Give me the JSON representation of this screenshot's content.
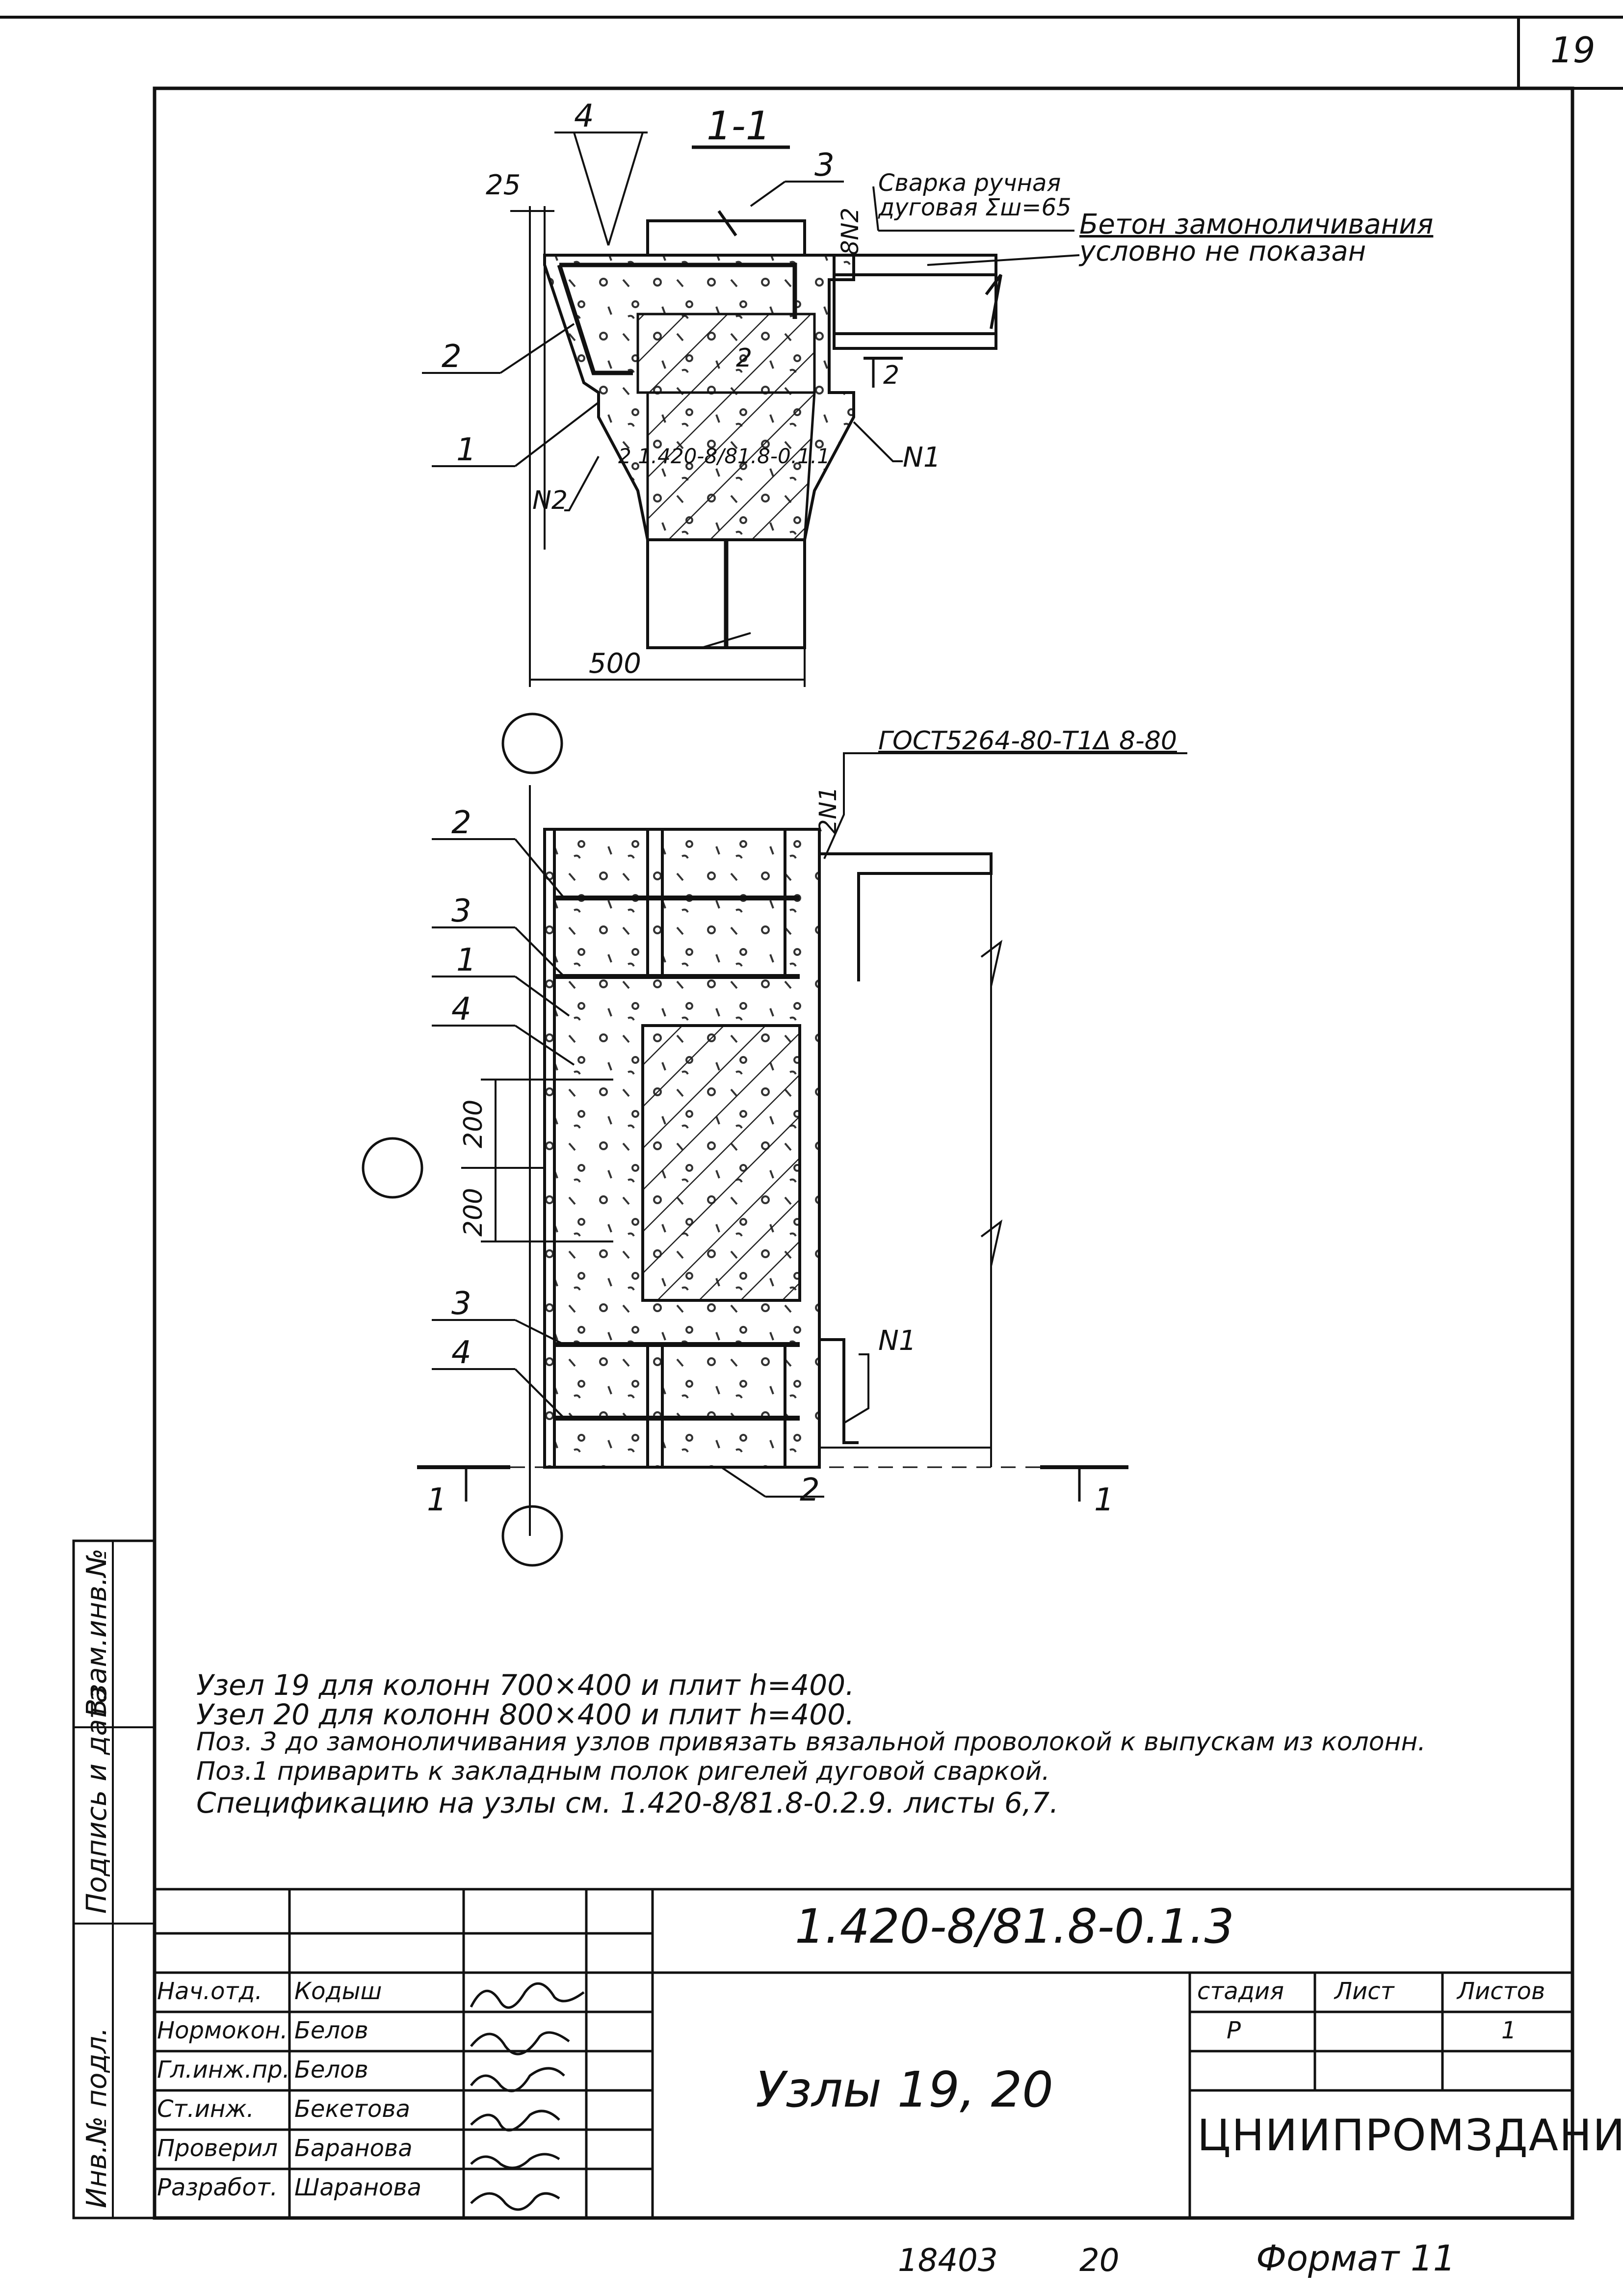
{
  "page_number": "19",
  "section_label": "1-1",
  "callouts": {
    "c4": "4",
    "c3": "3",
    "c2": "2",
    "c1": "1",
    "weld_note_1": "Сварка ручная",
    "weld_note_2": "дуговая Σш=65",
    "concrete_note_1": "Бетон замоноличивания",
    "concrete_note_2": "условно не показан",
    "dim_25": "25",
    "dim_500": "500",
    "n2_top": "8N2",
    "n2_left": "N2",
    "n1_right": "N1",
    "sec2_a": "2",
    "sec2_b": "2",
    "ref_code": "2 1.420-8/81.8-0.1.1",
    "gost": "ГОСТ5264-80-Т1Δ 8-80",
    "n1_2": "2N1",
    "pl_2": "2",
    "pl_3": "3",
    "pl_1": "1",
    "pl_4": "4",
    "dim_200a": "200",
    "dim_200b": "200",
    "pl_3b": "3",
    "pl_4b": "4",
    "n1_plan": "N1",
    "pl_2b": "2",
    "cut_1a": "1",
    "cut_1b": "1"
  },
  "notes": [
    "Узел 19 для колонн 700×400 и плит h=400.",
    "Узел 20 для колонн 800×400 и плит h=400.",
    "Поз. 3 до замоноличивания узлов привязать вязальной проволокой к выпускам из колонн.",
    "Поз.1 приварить к закладным полок ригелей дуговой сваркой.",
    "Спецификацию на узлы см. 1.420-8/81.8-0.2.9. листы 6,7."
  ],
  "side_stamp": {
    "a": "Взам.инв.№",
    "b": "Подпись и дата",
    "c": "Инв.№ подл."
  },
  "title_block": {
    "doc_code": "1.420-8/81.8-0.1.3",
    "title": "Узлы 19, 20",
    "org": "ЦНИИПРОМЗДАНИЙ",
    "stage_label": "стадия",
    "sheet_label": "Лист",
    "sheets_label": "Листов",
    "stage": "Р",
    "sheets": "1",
    "roles": [
      {
        "role": "Нач.отд.",
        "name": "Кодыш"
      },
      {
        "role": "Нормокон.",
        "name": "Белов"
      },
      {
        "role": "Гл.инж.пр.",
        "name": "Белов"
      },
      {
        "role": "Ст.инж.",
        "name": "Бекетова"
      },
      {
        "role": "Проверил",
        "name": "Баранова"
      },
      {
        "role": "Разработ.",
        "name": "Шаранова"
      }
    ]
  },
  "footer": {
    "num": "18403",
    "copy": "20",
    "format": "Формат 11"
  },
  "colors": {
    "ink": "#111111",
    "paper": "#ffffff"
  }
}
